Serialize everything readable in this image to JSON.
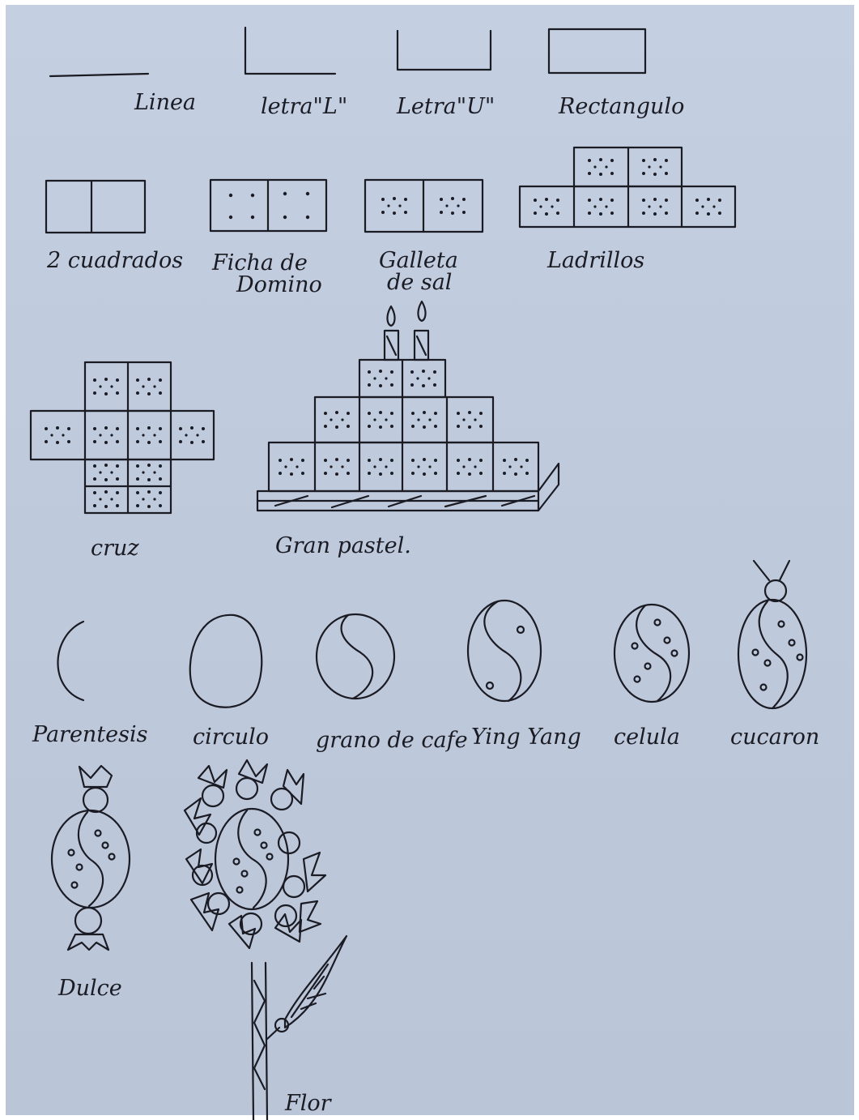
{
  "labels": {
    "linea": "Linea",
    "letra_l": "letra\"L\"",
    "letra_u": "Letra\"U\"",
    "rectangulo": "Rectangulo",
    "dos_cuadrados": "2 cuadrados",
    "ficha_1": "Ficha de",
    "ficha_2": "Domino",
    "galleta_1": "Galleta",
    "galleta_2": "de sal",
    "ladrillos": "Ladrillos",
    "cruz": "cruz",
    "gran_pastel": "Gran pastel.",
    "parentesis": "Parentesis",
    "circulo": "circulo",
    "grano": "grano de cafe",
    "ying_yang": "Ying Yang",
    "celula": "celula",
    "cucaron": "cucaron",
    "dulce": "Dulce",
    "flor": "Flor"
  },
  "colors": {
    "paper": "#bfcbdd",
    "ink": "#1b1b24"
  }
}
